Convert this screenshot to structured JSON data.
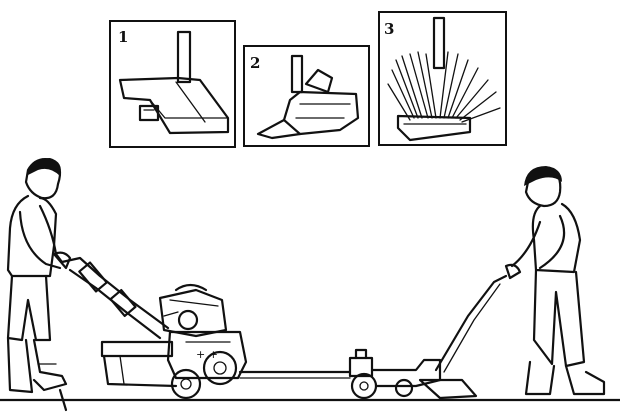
{
  "insets": [
    {
      "number": "1",
      "icon": "plough-share-icon"
    },
    {
      "number": "2",
      "icon": "hiller-tool-icon"
    },
    {
      "number": "3",
      "icon": "brush-broom-icon"
    }
  ],
  "figures": {
    "operator_left": "person-pushing-icon",
    "machine": "walk-behind-tiller-icon",
    "trailer": "wheeled-cart-icon",
    "operator_right": "person-guiding-icon"
  }
}
